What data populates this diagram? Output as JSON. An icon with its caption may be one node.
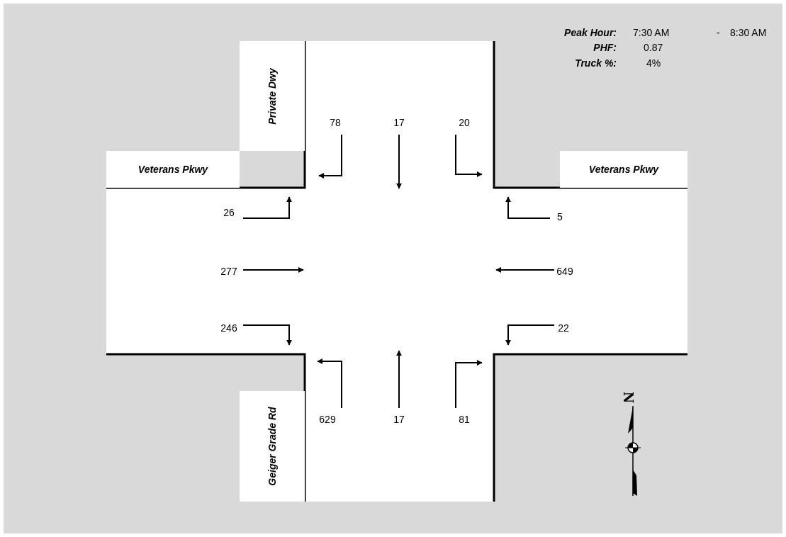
{
  "diagram": {
    "nodes": [
      {
        "text": [
          "Private Dwy"
        ]
      },
      {
        "text": [
          "Veterans Pkwy"
        ]
      },
      {
        "text": [
          "Veterans Pkwy"
        ]
      },
      {
        "text": [
          "Geiger Grade Rd"
        ]
      }
    ],
    "labels": [
      "Peak Hour:",
      "7:30 AM",
      "-",
      "8:30 AM",
      "PHF:",
      "0.87",
      "Truck %:",
      "4%",
      "78",
      "17",
      "20",
      "26",
      "5",
      "277",
      "649",
      "246",
      "22",
      "629",
      "17",
      "81",
      "N"
    ]
  }
}
